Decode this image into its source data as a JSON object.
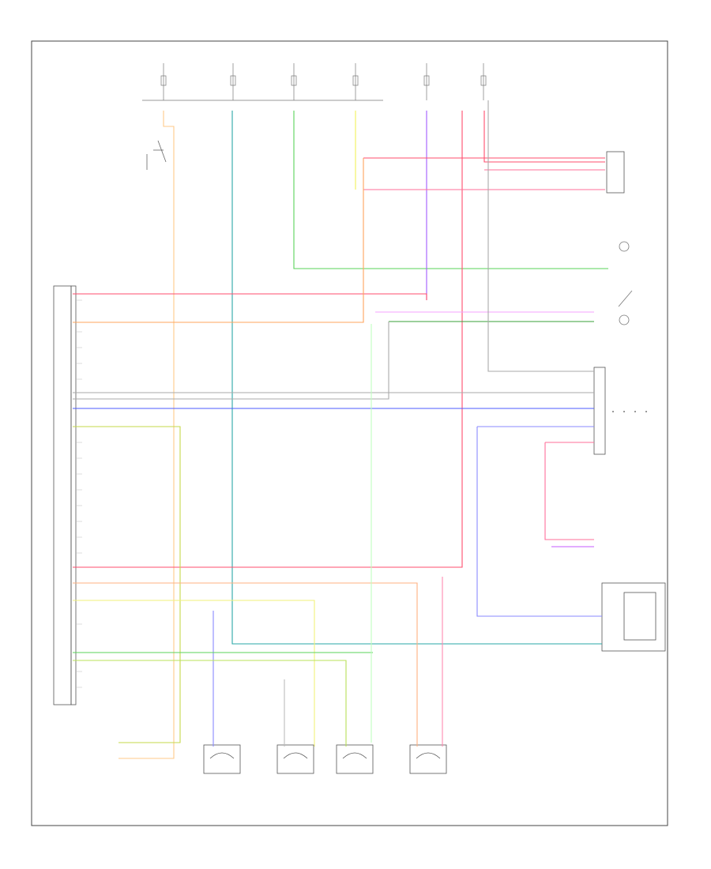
{
  "diagram": {
    "wire_colors": {
      "red": "#ff4d6d",
      "pink": "#f9a6c8",
      "orange": "#ffa45c",
      "light_orange": "#ffc98a",
      "yellow": "#f2f25a",
      "green": "#5ad35a",
      "light_green": "#9ae66a",
      "teal": "#2aa7a7",
      "blue": "#4b5bff",
      "light_blue": "#8a8aff",
      "purple": "#a35bff",
      "gray": "#9a9a9a"
    },
    "corner_code": "",
    "components": [
      {
        "id": "abs-module",
        "label_icon": "abs-control-module-icon"
      },
      {
        "id": "brake-pedal-switch",
        "label_icon": "switch-icon"
      },
      {
        "id": "lf-wheel-speed-sensor",
        "label_icon": "sensor-icon"
      },
      {
        "id": "rf-wheel-speed-sensor",
        "label_icon": "sensor-icon"
      },
      {
        "id": "lr-wheel-speed-sensor",
        "label_icon": "sensor-icon"
      },
      {
        "id": "rr-wheel-speed-sensor",
        "label_icon": "sensor-icon"
      },
      {
        "id": "instrument-cluster",
        "label_icon": "instrument-cluster-icon"
      },
      {
        "id": "traction-control-switch",
        "label_icon": "switch-icon"
      }
    ]
  }
}
